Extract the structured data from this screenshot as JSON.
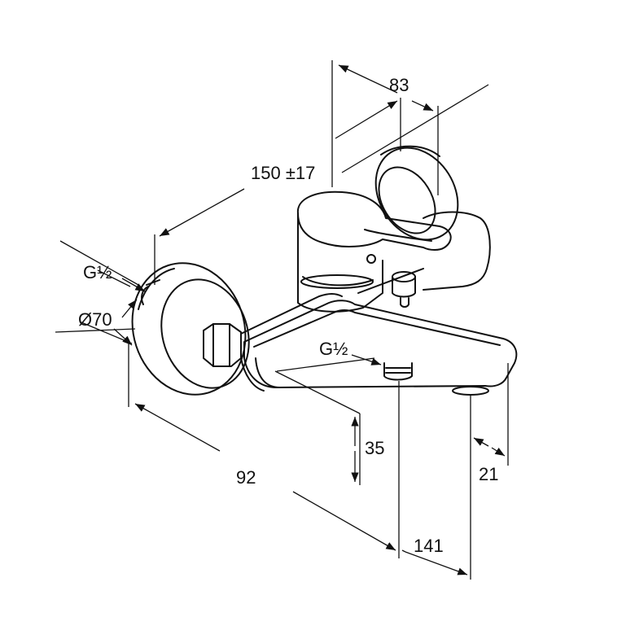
{
  "drawing": {
    "dimensions": {
      "width_150": "150 ±17",
      "depth_83": "83",
      "thread_top": "G½",
      "rosette_diameter": "Ø70",
      "thread_outlet": "G½",
      "height_35": "35",
      "length_92": "92",
      "length_141": "141",
      "offset_21": "21"
    }
  }
}
